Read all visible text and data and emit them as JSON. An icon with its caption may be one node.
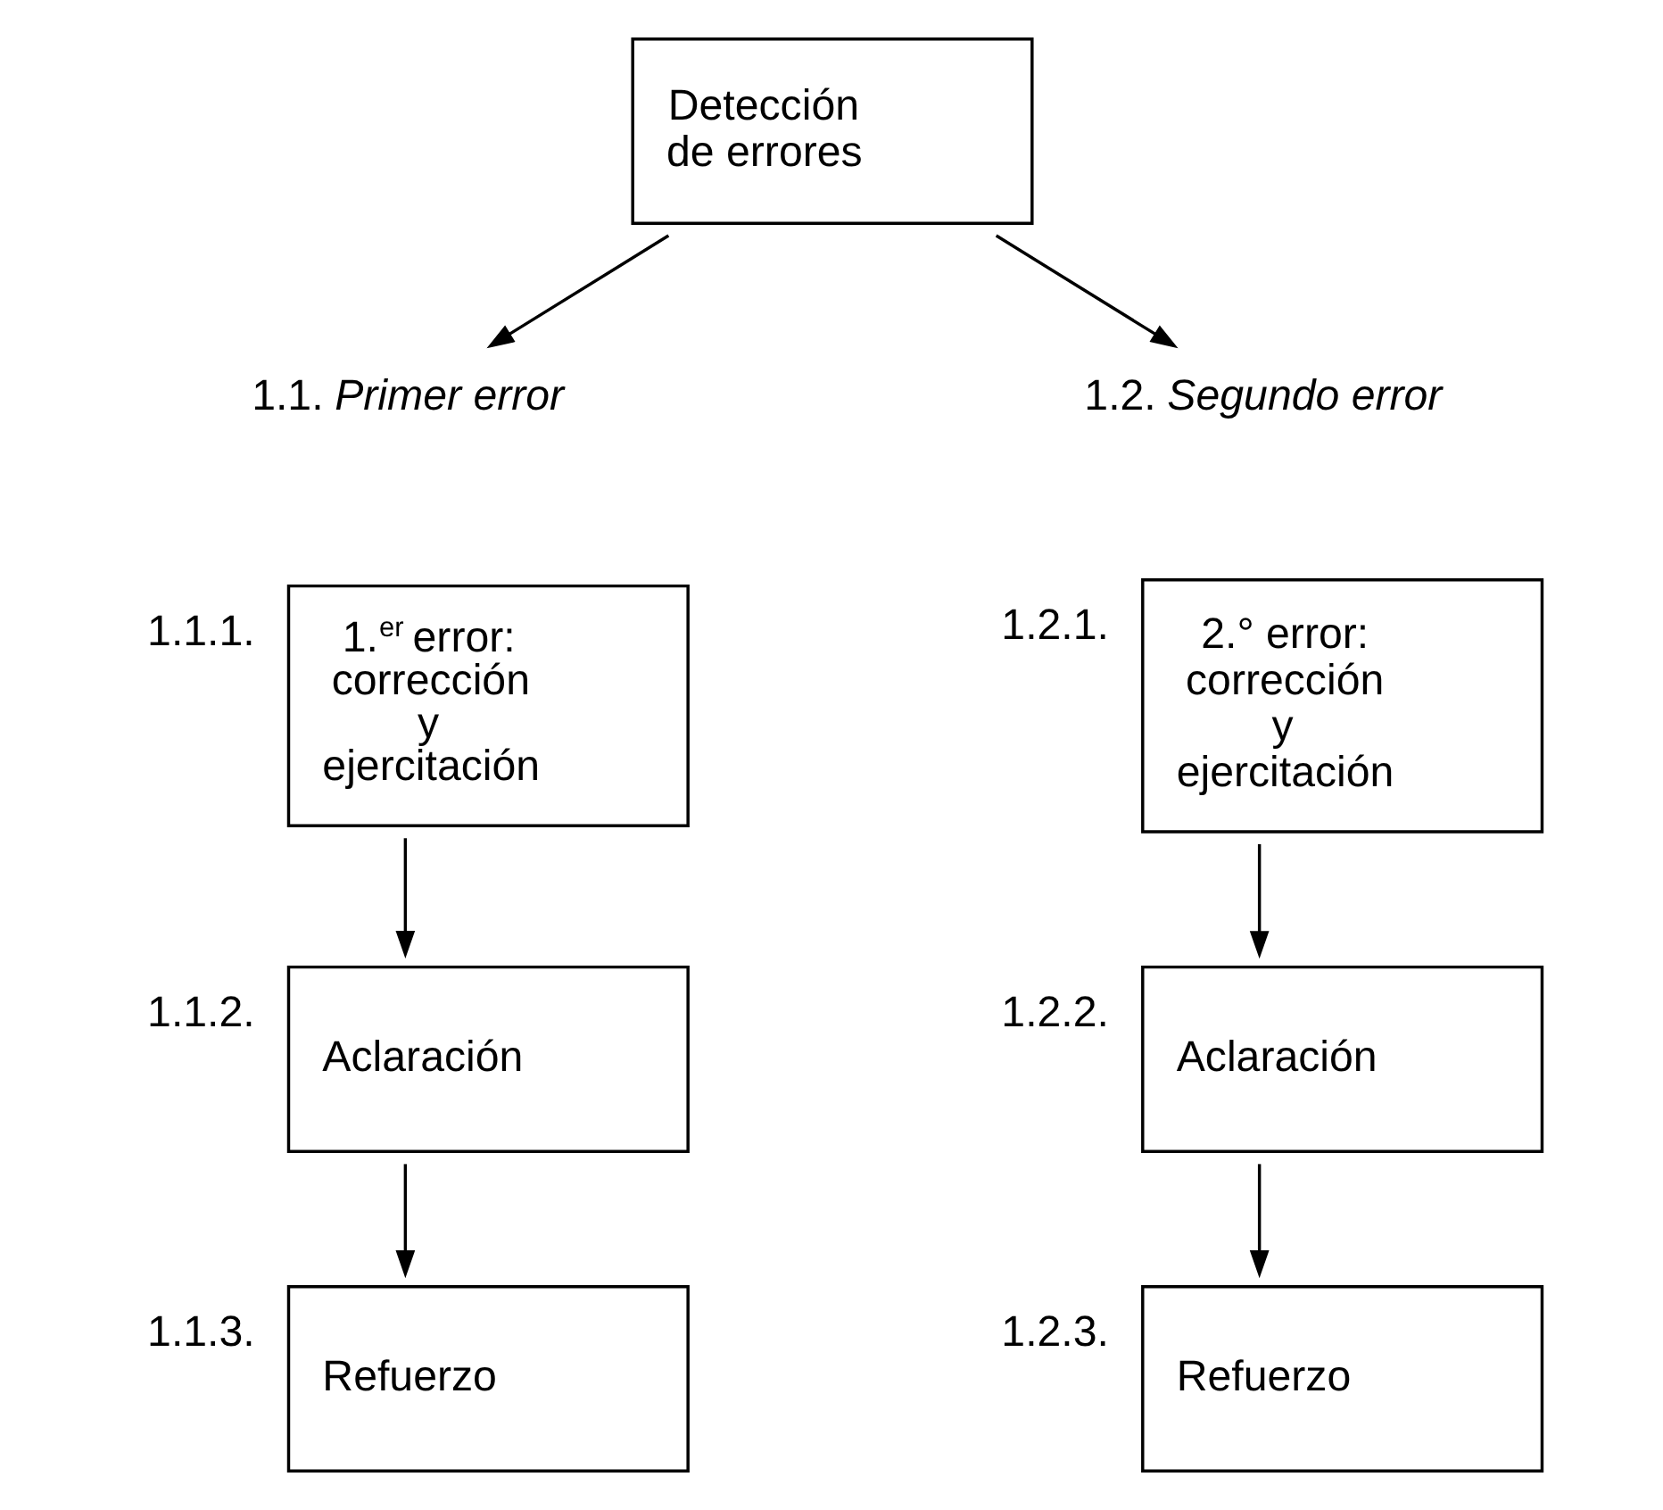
{
  "diagram": {
    "nodes": [
      {
        "text": [
          "Detección de errores"
        ]
      },
      {
        "text": [
          "1.1. *Primer error*"
        ]
      },
      {
        "text": [
          "1.2. *Segundo error*"
        ]
      },
      {
        "text": [
          "1.$^{er}$ error: corrección y ejercitación"
        ],
        "beside": [
          "1.1.1."
        ]
      },
      {
        "text": [
          "Aclaración"
        ],
        "beside": [
          "1.1.2."
        ]
      },
      {
        "text": [
          "Refuerzo"
        ],
        "beside": [
          "1.1.3."
        ]
      },
      {
        "text": [
          "2.° error: corrección y ejercitación"
        ],
        "beside": [
          "1.2.1."
        ]
      },
      {
        "text": [
          "Aclaración"
        ],
        "beside": [
          "1.2.2."
        ]
      },
      {
        "text": [
          "Refuerzo"
        ],
        "beside": [
          "1.2.3."
        ]
      }
    ],
    "edges": [
      {
        "from": 0,
        "to": 1,
        "arrow": "to"
      },
      {
        "from": 0,
        "to": 2,
        "arrow": "to"
      },
      {
        "from": 3,
        "to": 4,
        "arrow": "to"
      },
      {
        "from": 4,
        "to": 5,
        "arrow": "to"
      },
      {
        "from": 6,
        "to": 7,
        "arrow": "to"
      },
      {
        "from": 7,
        "to": 8,
        "arrow": "to"
      }
    ]
  }
}
